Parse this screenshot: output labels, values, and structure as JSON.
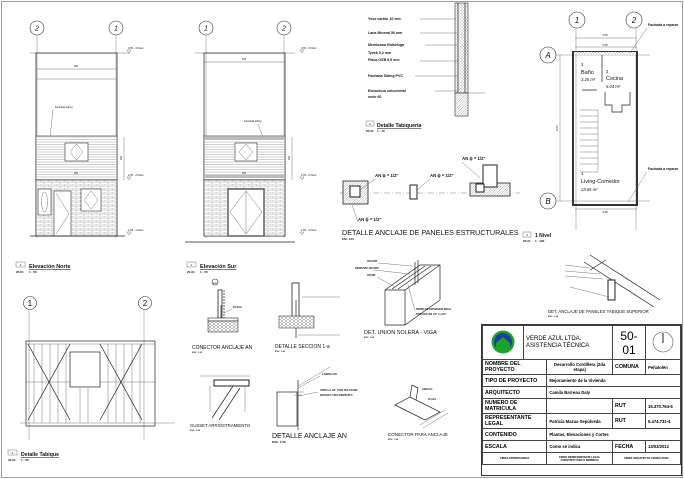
{
  "sheet": {
    "elevacion_norte": {
      "grid": [
        "2",
        "1"
      ],
      "levels": [
        "3.65 - 3 Nivel",
        "2.65 - 2 Nivel",
        "1.65 - 1 Nivel"
      ],
      "dims": [
        "345",
        "345",
        "200"
      ],
      "note": "Fachada siding",
      "number": "3",
      "sheet_ref": "20-01",
      "title": "Elevación Norte",
      "scale": "1 : 50"
    },
    "elevacion_sur": {
      "grid": [
        "1",
        "2"
      ],
      "levels": [
        "3.65 - 3 Nivel",
        "2.65 - 2 Nivel",
        "1.65 - 1 Nivel"
      ],
      "dims": [
        "345",
        "345",
        "200"
      ],
      "note": "Fachada siding",
      "number": "2",
      "sheet_ref": "20-01",
      "title": "Elevación Sur",
      "scale": "1 : 50"
    },
    "detalle_tabiqueria": {
      "layers": [
        "Yeso cartón 10 mm",
        "Lana Mineral 50 mm",
        "Membrana Hidrófuga",
        "Tyvek 0,2 mm",
        "Placa OSB 9,5 mm",
        "Fachada Siding PVC",
        "Estructura volcometal",
        "serie 60"
      ],
      "number": "A",
      "sheet_ref": "20-01",
      "title": "Detalle Tabiquería",
      "scale": "1 : 10"
    },
    "plan_1_nivel": {
      "grid": [
        "1",
        "2",
        "A",
        "B"
      ],
      "dims": [
        "3.50",
        "3.65",
        "3.65",
        "8.00"
      ],
      "notes": [
        "Fachada a reparar",
        "Fachada a reparar"
      ],
      "rooms": [
        {
          "num": "2",
          "name": "Baño",
          "area": "3.26 m²"
        },
        {
          "num": "3",
          "name": "Cocina",
          "area": "5.04 m²"
        },
        {
          "num": "1",
          "name": "Living-Comedor",
          "area": "19.65 m²"
        }
      ],
      "number": "4",
      "sheet_ref": "20-01",
      "title": "1 Nivel",
      "scale": "1 : 100"
    },
    "anclaje_paneles": {
      "labels": [
        "AN  ϕ = 1/2\"",
        "AN  ϕ = 1/2\"",
        "AN  ϕ = 1/2\"",
        "AN  ϕ = 1/2\""
      ],
      "title": "DETALLE ANCLAJE DE PANELES ESTRUCTURALES",
      "scale": "ESC. 1/10"
    },
    "union_solera": {
      "labels": [
        "40CA085",
        "DESPUNTE 40CA085",
        "40C085",
        "PERNO DE EXPANSION Ø6mm",
        "TIPO HILTI KB 1/2\" X 4 1/2\""
      ],
      "title": "DET. UNION SOLERA - VIGA",
      "scale": "ESC. 1:20"
    },
    "tabique_superior": {
      "title": "DET. ANCLAJE DE PANELES TABIQUE SUPERIOR",
      "scale": "ESC. 1:20"
    },
    "conector_anclaje": {
      "title": "CONECTOR ANCLAJE AN",
      "scale": "ESC. 1:20",
      "labels": [
        "1/2",
        "PLACA"
      ]
    },
    "seccion": {
      "title": "DETALLE SECCION 1-a",
      "scale": "ESC. 1:20"
    },
    "gusset": {
      "title": "GUSSET ARRIOSTRAMIENTO",
      "scale": "ESC. 1:20"
    },
    "anclaje_an": {
      "title": "DETALLE ANCLAJE AN",
      "scale": "ESC. 1:20",
      "labels": [
        "LADRILLOS",
        "VARILLA 1/2\" CON SOLUCION",
        "EPOXICA TIPO DEMSUR 3"
      ]
    },
    "conector_para_anclaje": {
      "title": "CONECTOR PARA ANCLAJE",
      "scale": "ESC. 1:20",
      "labels": [
        "ANGULO",
        "PLACA"
      ]
    },
    "detalle_tabique": {
      "grid": [
        "1",
        "2"
      ],
      "number": "a",
      "sheet_ref": "20-01",
      "title": "Detalle Tabique",
      "scale": "1 : 50"
    }
  },
  "title_block": {
    "company_line1": "VERDE AZUL LTDA.",
    "company_line2": "ASISTENCIA TÉCNICA",
    "sheet_number": "50-01",
    "logo_color_outer": "#1aa52a",
    "logo_color_inner": "#1d3f9c",
    "rows": {
      "nombre_label": "NOMBRE DEL PROYECTO",
      "nombre_value": "Desarrollo Cordillera (2da etapa)",
      "comuna_label": "COMUNA",
      "comuna_value": "Peñalolén",
      "tipo_label": "TIPO DE PROYECTO",
      "tipo_value": "Mejoramiento de la Vivienda",
      "arquitecto_label": "ARQUITECTO",
      "arquitecto_value": "Camila Barreau Daly",
      "matricula_label": "NUMERO DE MATRICULA",
      "rut1_label": "RUT",
      "rut1_value": "15.370.764-6",
      "representante_label": "REPRESENTANTE LEGAL",
      "representante_value": "Patricia Mazua Sepúlveda",
      "rut2_label": "RUT",
      "rut2_value": "5.474.731-4",
      "contenido_label": "CONTENIDO",
      "contenido_value": "Plantas, Elevaciones y Cortes",
      "escala_label": "ESCALA",
      "escala_value": "Como se indica",
      "fecha_label": "FECHA",
      "fecha_value": "13/03/2012"
    },
    "signatures": [
      "FIRMA PROPIETARIO/A",
      "FIRMA REPRESENTANTE LEGAL CONSTRUCTORA O EMPRESA",
      "FIRMA ARQUITECTO CONSULTORA"
    ]
  }
}
